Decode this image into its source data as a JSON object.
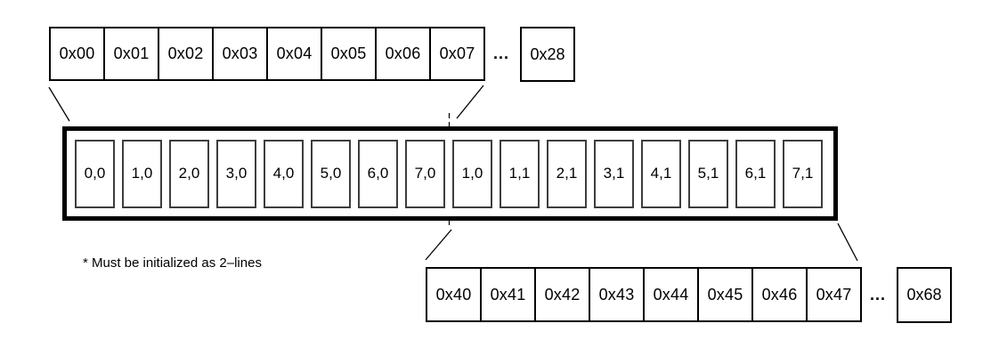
{
  "top_row": {
    "cells": [
      "0x00",
      "0x01",
      "0x02",
      "0x03",
      "0x04",
      "0x05",
      "0x06",
      "0x07"
    ],
    "ellipsis": "...",
    "tail_cell": "0x28"
  },
  "buffer": {
    "line0_cells": [
      "0,0",
      "1,0",
      "2,0",
      "3,0",
      "4,0",
      "5,0",
      "6,0",
      "7,0"
    ],
    "line1_cells": [
      "1,0",
      "1,1",
      "2,1",
      "3,1",
      "4,1",
      "5,1",
      "6,1",
      "7,1"
    ]
  },
  "bottom_row": {
    "cells": [
      "0x40",
      "0x41",
      "0x42",
      "0x43",
      "0x44",
      "0x45",
      "0x46",
      "0x47"
    ],
    "ellipsis": "...",
    "tail_cell": "0x68"
  },
  "footnote": "* Must be initialized as 2–lines",
  "colors": {
    "background": "#ffffff",
    "frame_border": "#000000",
    "cell_border": "#3d3d3d",
    "row_cell_border": "#000000",
    "connector_line": "#000000"
  }
}
